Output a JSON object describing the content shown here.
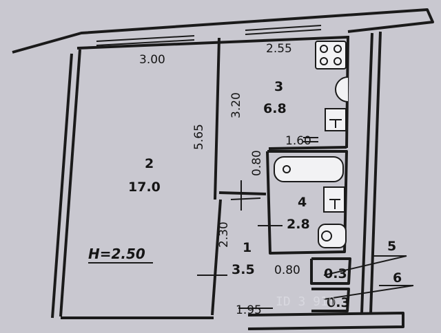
{
  "plan": {
    "ceiling_height": "H=2.50",
    "rooms": [
      {
        "number": "1",
        "area": "3.5"
      },
      {
        "number": "2",
        "area": "17.0"
      },
      {
        "number": "3",
        "area": "6.8"
      },
      {
        "number": "4",
        "area": "2.8"
      },
      {
        "number": "5",
        "area": "0.3"
      },
      {
        "number": "6",
        "area": "0.3"
      }
    ],
    "dimensions": {
      "room2_width": "3.00",
      "room2_length": "5.65",
      "room3_width": "2.55",
      "room3_length": "3.20",
      "room4_width": "1.60",
      "door_width": "0.80",
      "hall_length": "2.30",
      "closet_width": "0.80",
      "hall_width": "1.95"
    }
  },
  "watermark": "ID 3  910",
  "colors": {
    "background": "#c9c8d0",
    "wall": "#1a1a1a",
    "fixture_fill": "#f2f2f4"
  }
}
